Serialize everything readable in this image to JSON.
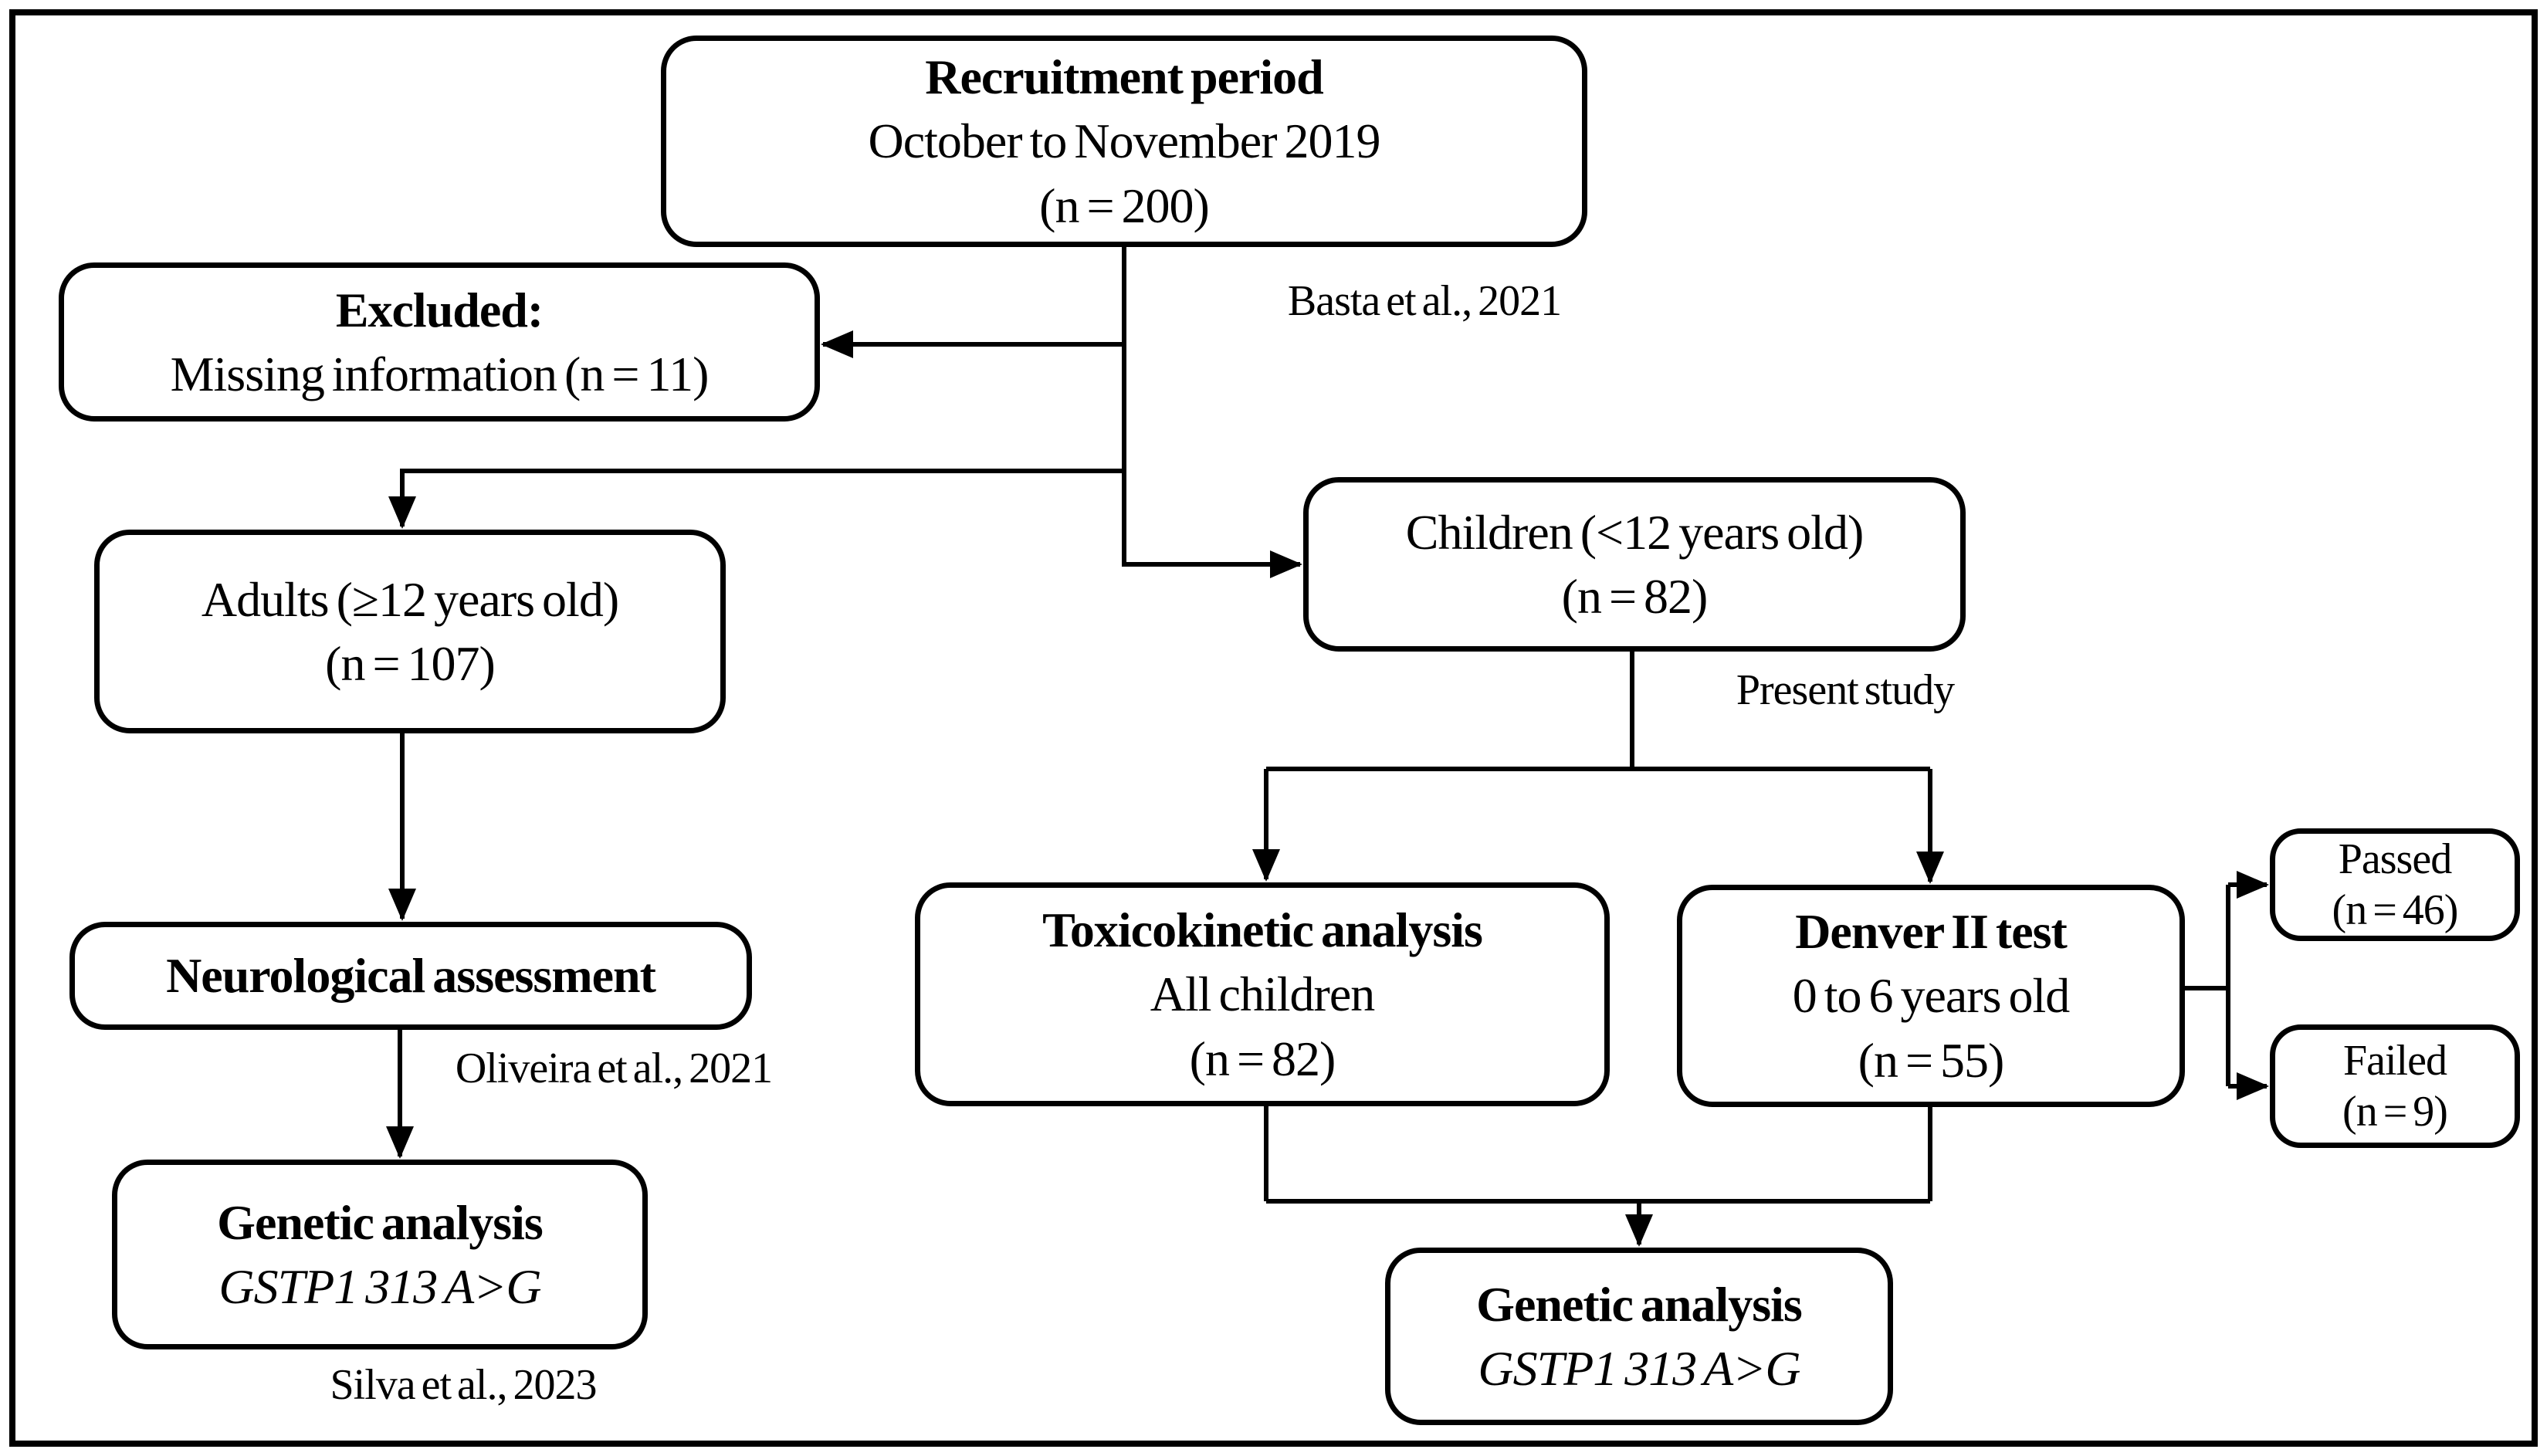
{
  "figure": {
    "background": "#ffffff",
    "ink": "#000000",
    "type": "study-flowchart"
  },
  "nodes": {
    "recruitment": {
      "title": "Recruitment period",
      "line2": "October to November 2019",
      "line3": "(n = 200)"
    },
    "excluded": {
      "title": "Excluded:",
      "line2": "Missing information (n = 11)"
    },
    "adults": {
      "line1": "Adults (≥12 years old)",
      "line2": "(n = 107)"
    },
    "children": {
      "line1": "Children (<12 years old)",
      "line2": "(n = 82)"
    },
    "neurological": {
      "title": "Neurological assessment"
    },
    "genetic_adults": {
      "title": "Genetic analysis",
      "subtitle": "GSTP1 313 A>G"
    },
    "toxicokinetic": {
      "title": "Toxicokinetic analysis",
      "line2": "All children",
      "line3": "(n = 82)"
    },
    "denver": {
      "title": "Denver II test",
      "line2": "0 to 6 years old",
      "line3": "(n = 55)"
    },
    "passed": {
      "line1": "Passed",
      "line2": "(n = 46)"
    },
    "failed": {
      "line1": "Failed",
      "line2": "(n = 9)"
    },
    "genetic_children": {
      "title": "Genetic analysis",
      "subtitle": "GSTP1 313 A>G"
    }
  },
  "annotations": {
    "basta": "Basta et al., 2021",
    "present_study": "Present study",
    "oliveira": "Oliveira et al., 2021",
    "silva": "Silva et al., 2023"
  }
}
